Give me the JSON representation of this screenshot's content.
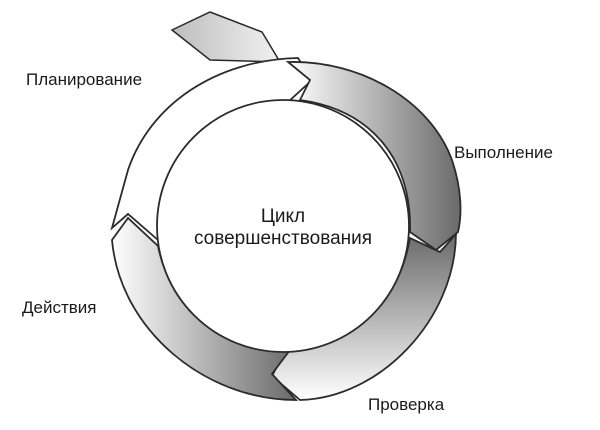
{
  "diagram": {
    "center": {
      "line1": "Цикл",
      "line2": "совершенствования"
    },
    "stages": {
      "plan": "Планирование",
      "do": "Выполнение",
      "check": "Проверка",
      "act": "Действия"
    },
    "colors": {
      "outline": "#2b2b2b",
      "light": "#ffffff",
      "dark": "#6a6a6a"
    }
  }
}
